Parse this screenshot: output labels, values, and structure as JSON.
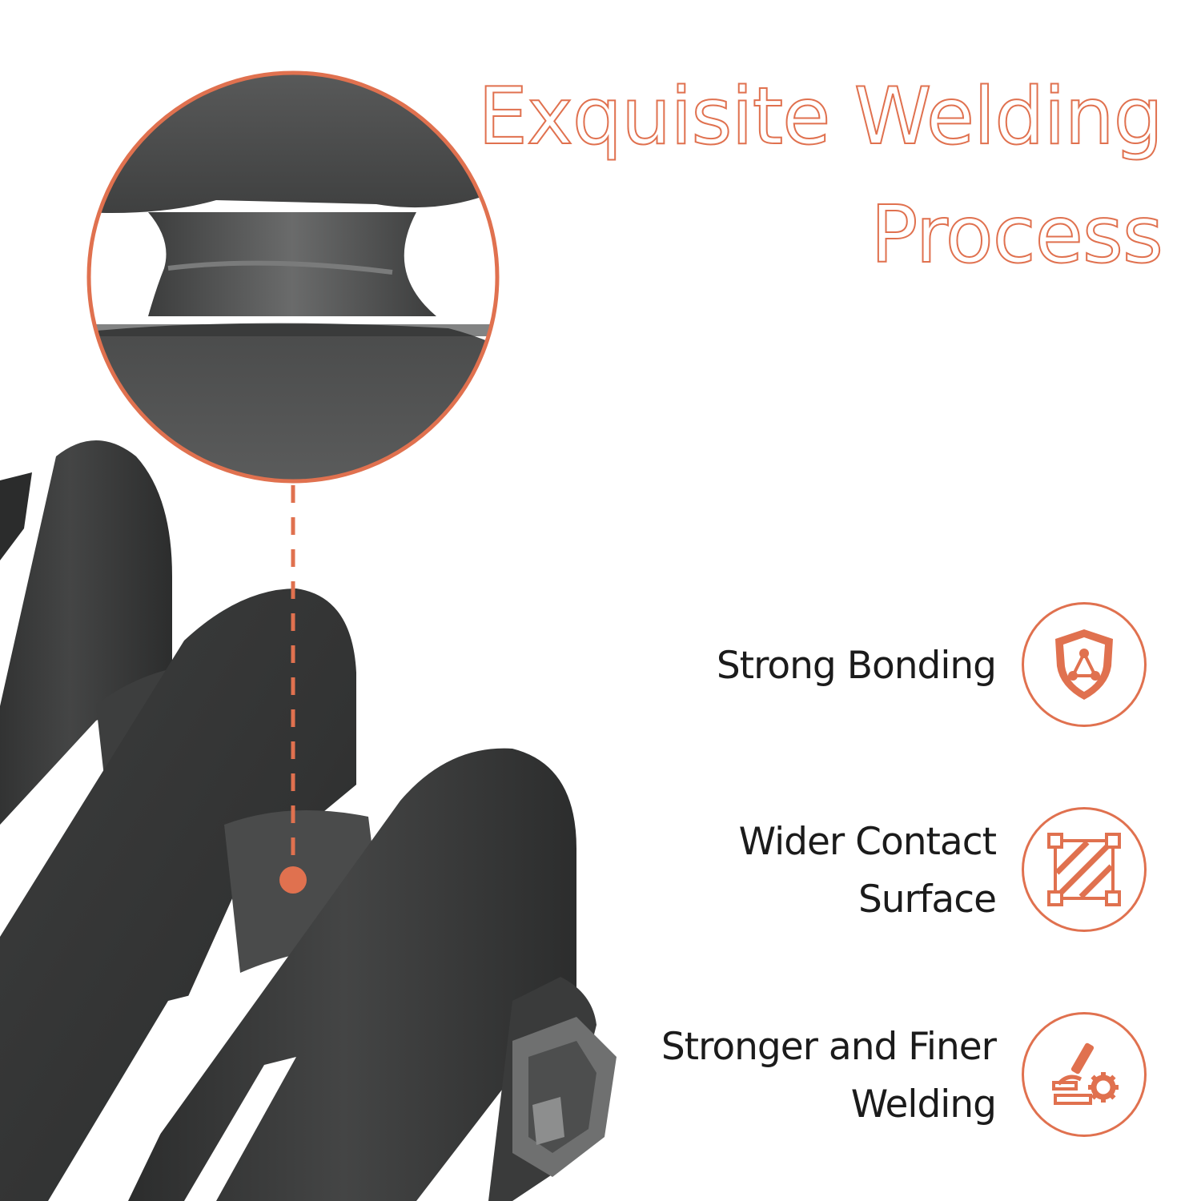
{
  "colors": {
    "accent": "#e0714f",
    "metal": "#3a3b3b",
    "text": "#1b1b1b"
  },
  "header": {
    "title_line1": "Exquisite Welding",
    "title_line2": "Process"
  },
  "features": [
    {
      "lines": [
        "Strong Bonding"
      ],
      "icon": "shield-network-icon"
    },
    {
      "lines": [
        "Wider Contact",
        "Surface"
      ],
      "icon": "hatched-square-icon"
    },
    {
      "lines": [
        "Stronger and Finer",
        "Welding"
      ],
      "icon": "microscope-gear-icon"
    }
  ]
}
